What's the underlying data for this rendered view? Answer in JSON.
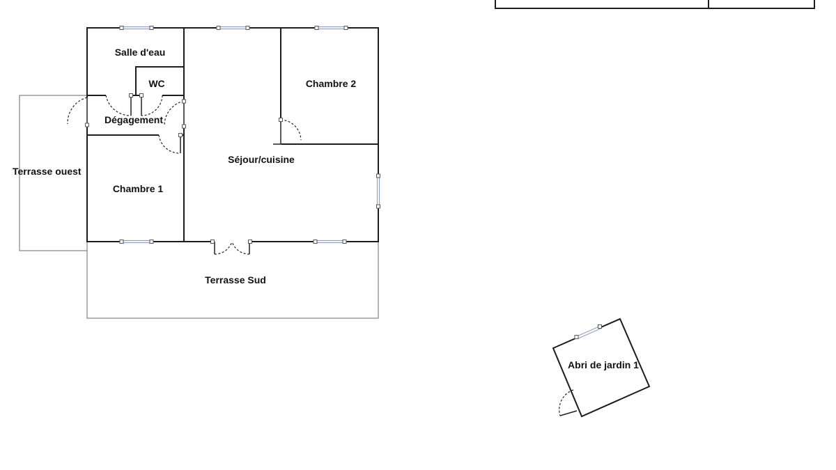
{
  "rooms": {
    "salle_deau": "Salle d'eau",
    "wc": "WC",
    "degagement": "Dégagement",
    "chambre_2": "Chambre 2",
    "sejour": "Séjour/cuisine",
    "chambre_1": "Chambre 1",
    "terrasse_ouest": "Terrasse ouest",
    "terrasse_sud": "Terrasse Sud",
    "abri": "Abri de jardin 1"
  }
}
